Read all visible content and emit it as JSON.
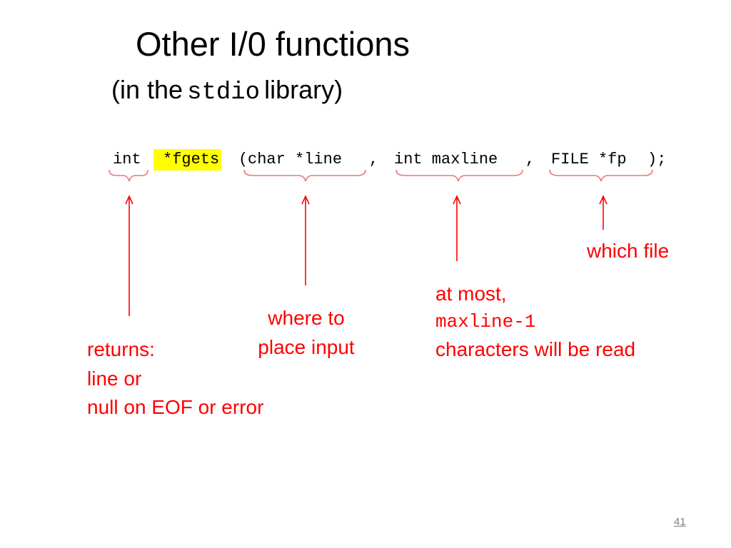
{
  "slide": {
    "title": "Other I/0 functions",
    "subtitle": {
      "prefix": "(in the",
      "mono": "stdio",
      "suffix": "library)"
    },
    "code": {
      "part_int": "int",
      "part_fgets": "*fgets",
      "part_paren_open": "(",
      "part_char_line": "char *line",
      "part_comma1": ", ",
      "part_int_maxline": "int maxline",
      "part_comma2": ", ",
      "part_file_fp": "FILE *fp",
      "part_close": ");"
    },
    "annotations": {
      "returns": {
        "line1": "returns:",
        "line2": "line or",
        "line3": "null on EOF or error"
      },
      "place_input": {
        "line1": "where to",
        "line2": "place input"
      },
      "at_most": {
        "line1": "at most,",
        "line2_mono": "maxline-1",
        "line3": "characters will be read"
      },
      "which_file": {
        "line1": "which file"
      }
    },
    "page_number": "41",
    "colors": {
      "annotation": "#ff0000",
      "highlight": "#ffff00",
      "brace": "#e8787a"
    }
  }
}
